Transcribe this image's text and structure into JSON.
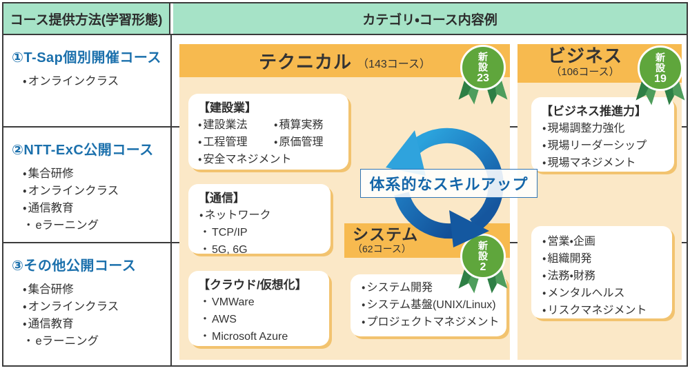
{
  "header": {
    "left": "コース提供方法(学習形態)",
    "right": "カテゴリ・コース内容例"
  },
  "bullet": "・",
  "left_rows": [
    {
      "title": "①T-Sap個別開催コース",
      "items": [
        "オンラインクラス"
      ]
    },
    {
      "title": "②NTT-ExC公開コース",
      "items": [
        "集合研修",
        "オンラインクラス",
        "通信教育",
        "eラーニング"
      ]
    },
    {
      "title": "③その他公開コース",
      "items": [
        "集合研修",
        "オンラインクラス",
        "通信教育",
        "eラーニング"
      ]
    }
  ],
  "technical": {
    "title": "テクニカル",
    "count": "（143コース）",
    "badge": {
      "label": "新設",
      "number": "23"
    },
    "card_construction": {
      "title": "【建設業】",
      "grid_items": [
        "建設業法",
        "積算実務",
        "工程管理",
        "原価管理"
      ],
      "full_item": "安全マネジメント"
    },
    "card_telecom": {
      "title": "【通信】",
      "items": [
        "ネットワーク",
        "TCP/IP",
        "5G, 6G"
      ]
    },
    "card_cloud": {
      "title": "【クラウド/仮想化】",
      "items": [
        "VMWare",
        "AWS",
        "Microsoft Azure"
      ]
    }
  },
  "system": {
    "title": "システム",
    "count": "（62コース）",
    "badge": {
      "label": "新設",
      "number": "2"
    },
    "items": [
      "システム開発",
      "システム基盤(UNIX/Linux)",
      "プロジェクトマネジメント"
    ]
  },
  "business": {
    "title": "ビジネス",
    "count": "（106コース）",
    "badge": {
      "label": "新設",
      "number": "19"
    },
    "card_promotion": {
      "title": "【ビジネス推進力】",
      "items": [
        "現場調整力強化",
        "現場リーダーシップ",
        "現場マネジメント"
      ]
    },
    "card_general": {
      "items": [
        "営業・企画",
        "組織開発",
        "法務・財務",
        "メンタルヘルス",
        "リスクマネジメント"
      ]
    }
  },
  "center": {
    "label": "体系的なスキルアップ"
  },
  "colors": {
    "header_green": "#a6e3c7",
    "bar_orange": "#f7ba4f",
    "panel_cream": "#fbe8c7",
    "card_shadow": "#f2c36f",
    "badge_green": "#5fa63c",
    "ribbon_green": "#2e7f45",
    "heading_blue": "#1b70ac",
    "cycle_light_blue": "#2ba2dc",
    "cycle_dark_blue": "#1458a0",
    "label_blue": "#1466a9",
    "border_dark": "#3b3b3b"
  }
}
